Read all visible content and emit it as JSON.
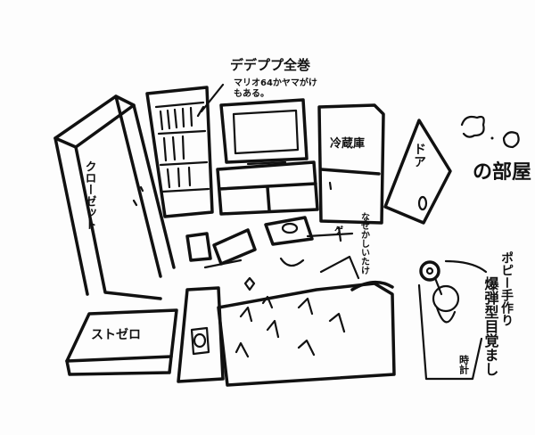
{
  "title": {
    "suffix": "の部屋"
  },
  "labels": {
    "books": "デデププ全巻",
    "books_note_1": "マリオ64かヤマがけ",
    "books_note_2": "もある。",
    "closet": "クローゼット",
    "fridge": "冷蔵庫",
    "door": "ドア",
    "stove": "ストゼロ",
    "game_1": "ゲ",
    "game_2": "なぜかしいたけ",
    "clock_1": "ポピー手作り",
    "clock_2": "爆弾型目覚まし",
    "clock_3": "時計"
  },
  "colors": {
    "ink": "#111111",
    "paper": "#fdfdfd"
  }
}
